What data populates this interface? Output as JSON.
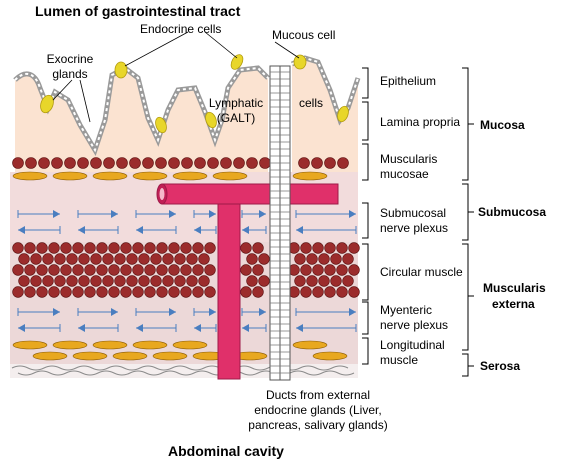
{
  "title_top": "Lumen of gastrointestinal tract",
  "title_bottom": "Abdominal cavity",
  "callouts": {
    "endocrine_cells": "Endocrine cells",
    "mucous_cell": "Mucous cell",
    "exocrine_glands_1": "Exocrine",
    "exocrine_glands_2": "glands",
    "lymphatic_1": "Lymphatic",
    "lymphatic_2": "(GALT)",
    "cells": "cells",
    "ducts_1": "Ducts from external",
    "ducts_2": "endocrine glands (Liver,",
    "ducts_3": "pancreas, salivary glands)"
  },
  "layers": {
    "epithelium": "Epithelium",
    "lamina_propria": "Lamina propria",
    "muscularis_mucosae_1": "Muscularis",
    "muscularis_mucosae_2": "mucosae",
    "submucosal_plexus_1": "Submucosal",
    "submucosal_plexus_2": "nerve plexus",
    "circular_muscle": "Circular muscle",
    "myenteric_plexus_1": "Myenteric",
    "myenteric_plexus_2": "nerve plexus",
    "longitudinal_1": "Longitudinal",
    "longitudinal_2": "muscle"
  },
  "groups": {
    "mucosa": "Mucosa",
    "submucosa": "Submucosa",
    "muscularis_externa_1": "Muscularis",
    "muscularis_externa_2": "externa",
    "serosa": "Serosa"
  },
  "colors": {
    "mucosa_fill": "#fbe3d1",
    "submucosa_fill": "#f2dcdc",
    "muscle_fill": "#ecd8d8",
    "circle_fill": "#9b2c2c",
    "ellipse_fill": "#e8a820",
    "gland_cell": "#e8d62a",
    "vessel": "#e0306a",
    "nerve": "#4a7ec0",
    "epithelium_stroke": "#9a9a9a"
  }
}
